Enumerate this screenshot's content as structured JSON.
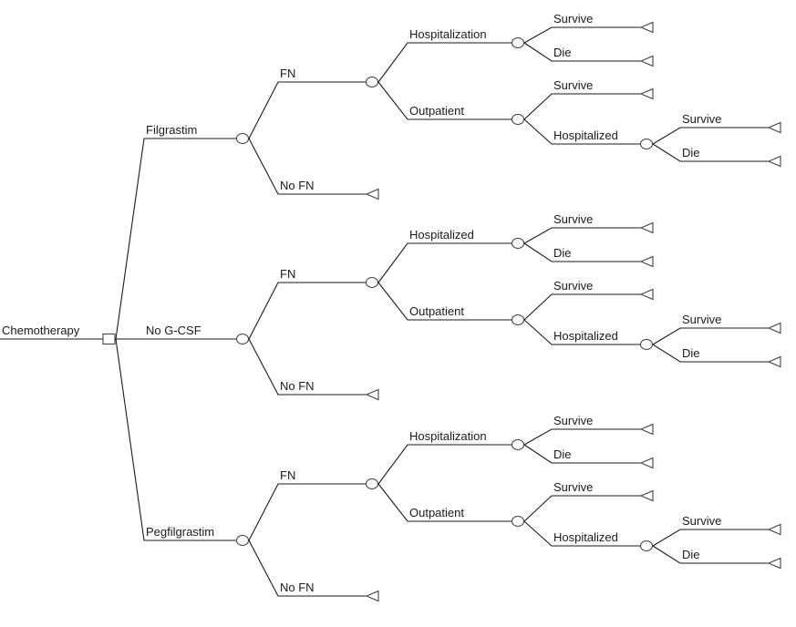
{
  "root": {
    "label": "Chemotherapy",
    "node": "decision"
  },
  "strategies": [
    {
      "label": "Filgrastim",
      "fn": {
        "label": "FN",
        "hosp": {
          "label": "Hospitalization",
          "survive": "Survive",
          "die": "Die"
        },
        "outpatient": {
          "label": "Outpatient",
          "survive": "Survive",
          "hospitalized": {
            "label": "Hospitalized",
            "survive": "Survive",
            "die": "Die"
          }
        }
      },
      "nofn": {
        "label": "No FN"
      }
    },
    {
      "label": "No G-CSF",
      "fn": {
        "label": "FN",
        "hosp": {
          "label": "Hospitalized",
          "survive": "Survive",
          "die": "Die"
        },
        "outpatient": {
          "label": "Outpatient",
          "survive": "Survive",
          "hospitalized": {
            "label": "Hospitalized",
            "survive": "Survive",
            "die": "Die"
          }
        }
      },
      "nofn": {
        "label": "No FN"
      }
    },
    {
      "label": "Pegfilgrastim",
      "fn": {
        "label": "FN",
        "hosp": {
          "label": "Hospitalization",
          "survive": "Survive",
          "die": "Die"
        },
        "outpatient": {
          "label": "Outpatient",
          "survive": "Survive",
          "hospitalized": {
            "label": "Hospitalized",
            "survive": "Survive",
            "die": "Die"
          }
        }
      },
      "nofn": {
        "label": "No FN"
      }
    }
  ]
}
